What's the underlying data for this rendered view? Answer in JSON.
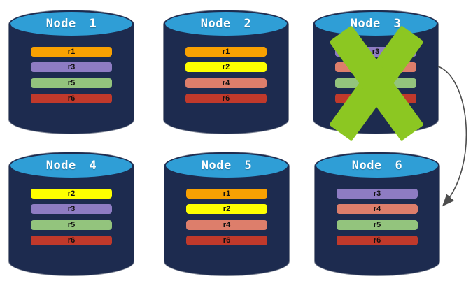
{
  "canvas": {
    "background": "#FFFFFF"
  },
  "palette": {
    "cylinder_body": "#1D2B4F",
    "cylinder_top": "#2F9ED6",
    "node_title_color": "#FFFFFF",
    "replica_label_color": "#111111",
    "x_mark": "#8CC722",
    "arrow": "#4D4D4D"
  },
  "replica_colors": {
    "r1": "#F8A102",
    "r2": "#FEFF00",
    "r3": "#8E7CC3",
    "r4": "#DD7E6B",
    "r5": "#93C47D",
    "r6": "#C0392B"
  },
  "nodes": [
    {
      "name": "Node 1",
      "failed": false,
      "replicas": [
        {
          "label": "r1",
          "color": "#F8A102"
        },
        {
          "label": "r3",
          "color": "#8E7CC3"
        },
        {
          "label": "r5",
          "color": "#93C47D"
        },
        {
          "label": "r6",
          "color": "#C0392B"
        }
      ]
    },
    {
      "name": "Node 2",
      "failed": false,
      "replicas": [
        {
          "label": "r1",
          "color": "#F8A102"
        },
        {
          "label": "r2",
          "color": "#FEFF00"
        },
        {
          "label": "r4",
          "color": "#DD7E6B"
        },
        {
          "label": "r6",
          "color": "#C0392B"
        }
      ]
    },
    {
      "name": "Node 3",
      "failed": true,
      "replicas": [
        {
          "label": "r3",
          "color": "#8E7CC3"
        },
        {
          "label": "r4",
          "color": "#DD7E6B"
        },
        {
          "label": "r5",
          "color": "#93C47D"
        },
        {
          "label": "r6",
          "color": "#C0392B"
        }
      ]
    },
    {
      "name": "Node 4",
      "failed": false,
      "replicas": [
        {
          "label": "r2",
          "color": "#FEFF00"
        },
        {
          "label": "r3",
          "color": "#8E7CC3"
        },
        {
          "label": "r5",
          "color": "#93C47D"
        },
        {
          "label": "r6",
          "color": "#C0392B"
        }
      ]
    },
    {
      "name": "Node 5",
      "failed": false,
      "replicas": [
        {
          "label": "r1",
          "color": "#F8A102"
        },
        {
          "label": "r2",
          "color": "#FEFF00"
        },
        {
          "label": "r4",
          "color": "#DD7E6B"
        },
        {
          "label": "r6",
          "color": "#C0392B"
        }
      ]
    },
    {
      "name": "Node 6",
      "failed": false,
      "replicas": [
        {
          "label": "r3",
          "color": "#8E7CC3"
        },
        {
          "label": "r4",
          "color": "#DD7E6B"
        },
        {
          "label": "r5",
          "color": "#93C47D"
        },
        {
          "label": "r6",
          "color": "#C0392B"
        }
      ]
    }
  ],
  "arrow": {
    "from": "Node 3",
    "to": "Node 6"
  }
}
